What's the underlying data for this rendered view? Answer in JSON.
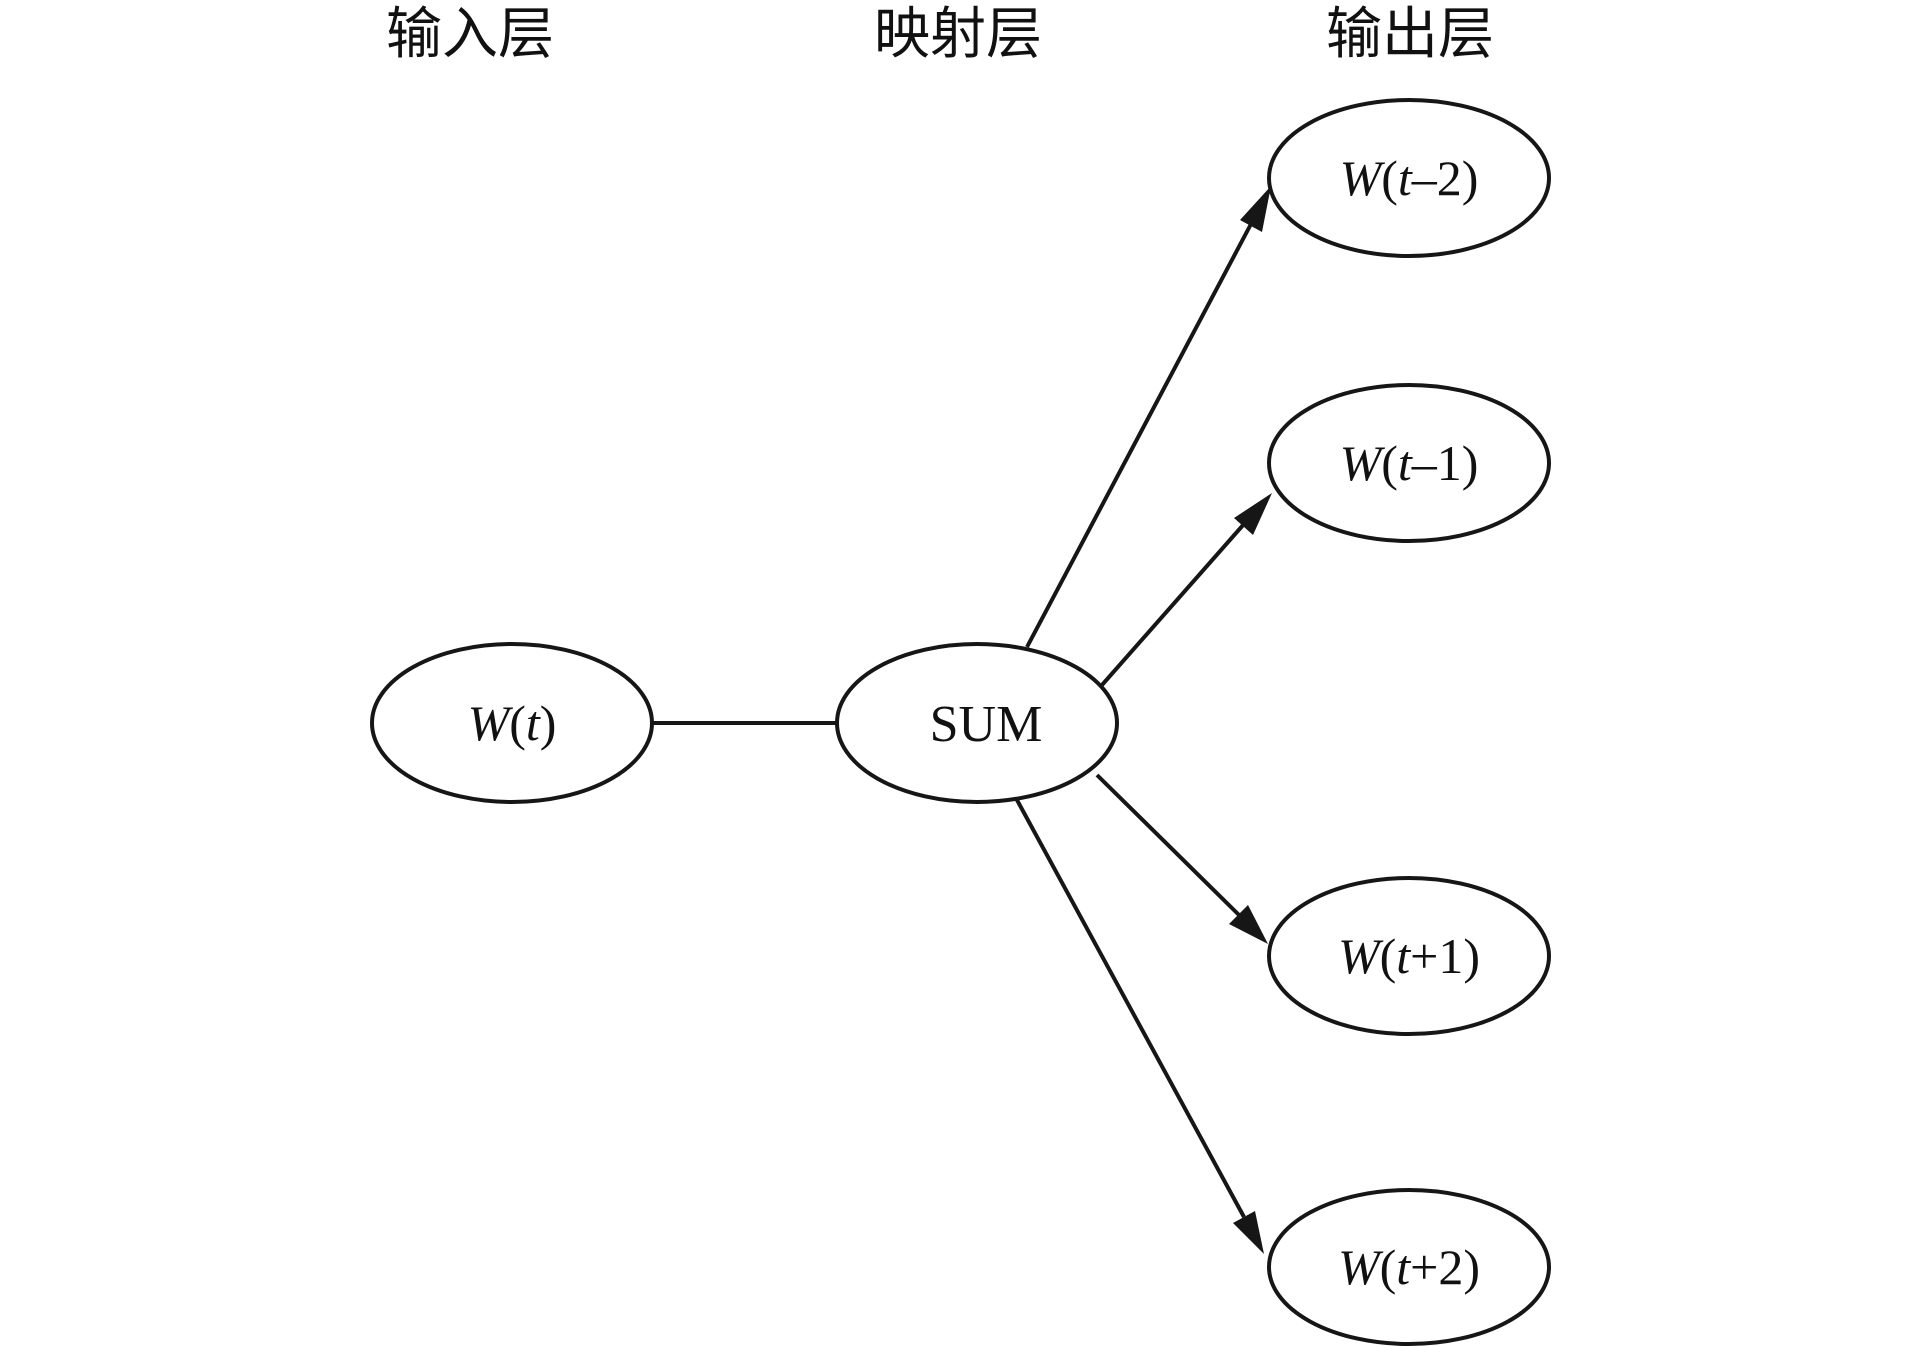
{
  "layers": {
    "input": "输入层",
    "projection": "映射层",
    "output": "输出层"
  },
  "nodes": {
    "input": {
      "w": "W",
      "open": "(",
      "t": "t",
      "rest": ")"
    },
    "projection": {
      "label": "SUM"
    },
    "outputs": [
      {
        "w": "W",
        "open": "(",
        "t": "t",
        "rest": "–2)"
      },
      {
        "w": "W",
        "open": "(",
        "t": "t",
        "rest": "–1)"
      },
      {
        "w": "W",
        "open": "(",
        "t": "t",
        "rest": "+1)"
      },
      {
        "w": "W",
        "open": "(",
        "t": "t",
        "rest": "+2)"
      }
    ]
  },
  "colors": {
    "stroke": "#161616",
    "text": "#111111",
    "background": "#ffffff"
  }
}
